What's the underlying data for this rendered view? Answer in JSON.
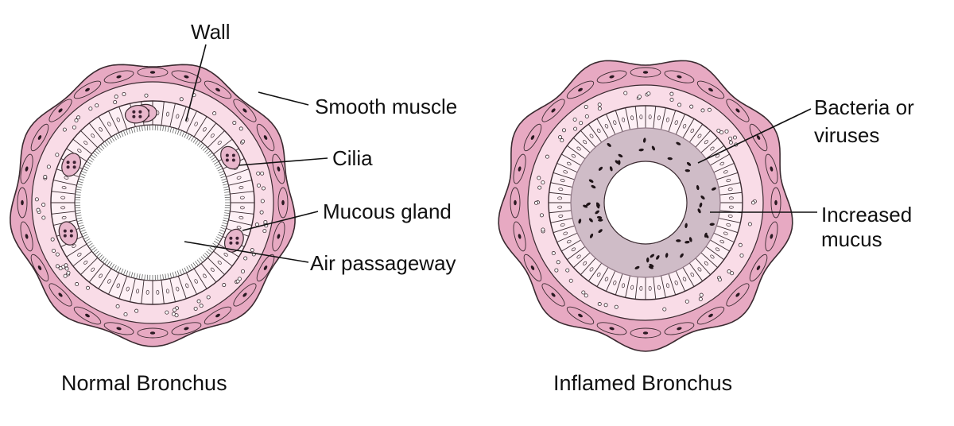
{
  "colors": {
    "outer_tissue": "#e7a9c2",
    "inner_tissue": "#f9dce7",
    "cell_fill": "#fdf0f5",
    "mucus": "#cfbcc7",
    "outline": "#3a2a30",
    "background": "#ffffff"
  },
  "normal_bronchus": {
    "caption": "Normal Bronchus",
    "labels": {
      "wall": "Wall",
      "smooth_muscle": "Smooth muscle",
      "cilia": "Cilia",
      "mucous_gland": "Mucous gland",
      "air_passageway": "Air passageway"
    }
  },
  "inflamed_bronchus": {
    "caption": "Inflamed Bronchus",
    "labels": {
      "bacteria_line1": "Bacteria or",
      "bacteria_line2": "viruses",
      "mucus_line1": "Increased",
      "mucus_line2": "mucus"
    }
  }
}
